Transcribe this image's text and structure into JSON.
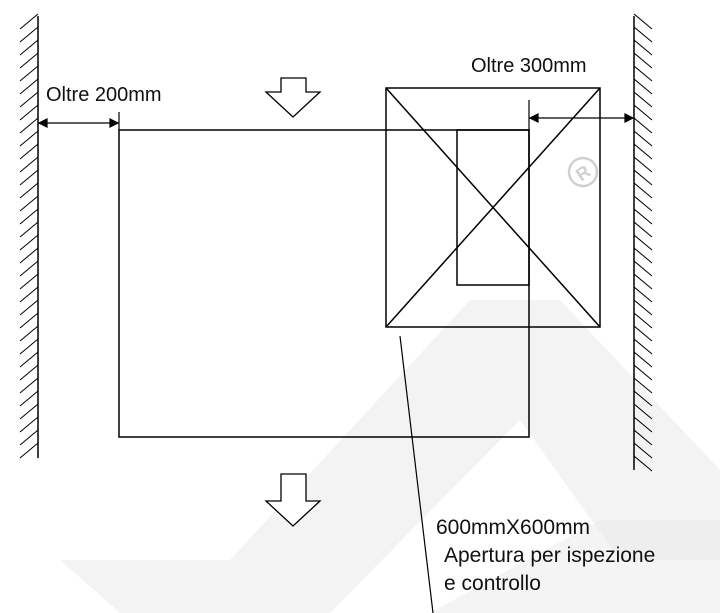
{
  "labels": {
    "left_clearance": "Oltre 200mm",
    "right_clearance": "Oltre 300mm",
    "opening_size": "600mmX600mm",
    "opening_desc_line1": "Apertura per ispezione",
    "opening_desc_line2": "e controllo"
  },
  "icons": {
    "airflow_in": "down-arrow-icon",
    "airflow_out": "down-arrow-icon",
    "watermark": "registered-icon"
  },
  "colors": {
    "line": "#000000",
    "watermark": "#e9e9e9"
  }
}
